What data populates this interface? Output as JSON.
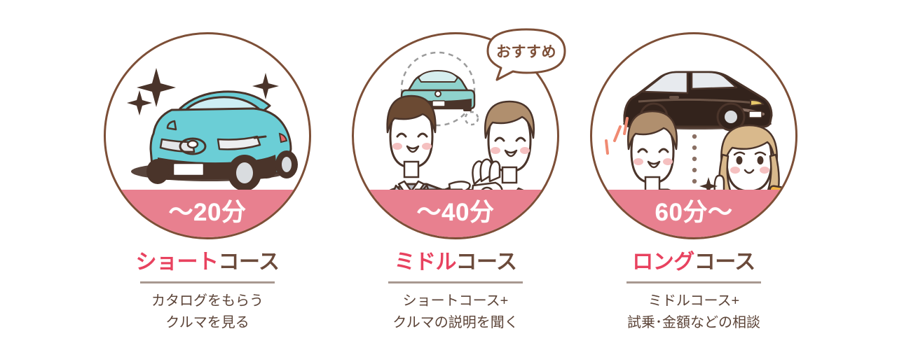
{
  "palette": {
    "pink_band": "#e8808f",
    "title_accent": "#e8425f",
    "title_base": "#6b4a3a",
    "outline_brown": "#7d4f37",
    "body_text": "#5c4438",
    "divider": "#a89890",
    "car_teal": "#6bced6",
    "car_dark": "#4a342a",
    "suit_gray": "#b9bcc4",
    "tie_yellow": "#e0c76a",
    "sweater_lavender": "#b3b7dc",
    "shirt_blue": "#aab4d8",
    "dress_yellow": "#f5e26b",
    "hair_blonde": "#d9b98c",
    "background": "#ffffff"
  },
  "cards": [
    {
      "id": "short-course",
      "duration_label": "〜20分",
      "title_accent": "ショート",
      "title_base": "コース",
      "desc_line1": "カタログをもらう",
      "desc_line2": "クルマを見る",
      "scene": "teal-suv-with-sparkles"
    },
    {
      "id": "middle-course",
      "duration_label": "〜40分",
      "title_accent": "ミドル",
      "title_base": "コース",
      "desc_line1": "ショートコース+",
      "desc_line2": "クルマの説明を聞く",
      "scene": "salesperson-and-customer-consultation",
      "bubble_text": "おすすめ"
    },
    {
      "id": "long-course",
      "duration_label": "60分〜",
      "title_accent": "ロング",
      "title_base": "コース",
      "desc_line1": "ミドルコース+",
      "desc_line2": "試乗･金額などの相談",
      "scene": "test-drive-and-price-consultation"
    }
  ]
}
